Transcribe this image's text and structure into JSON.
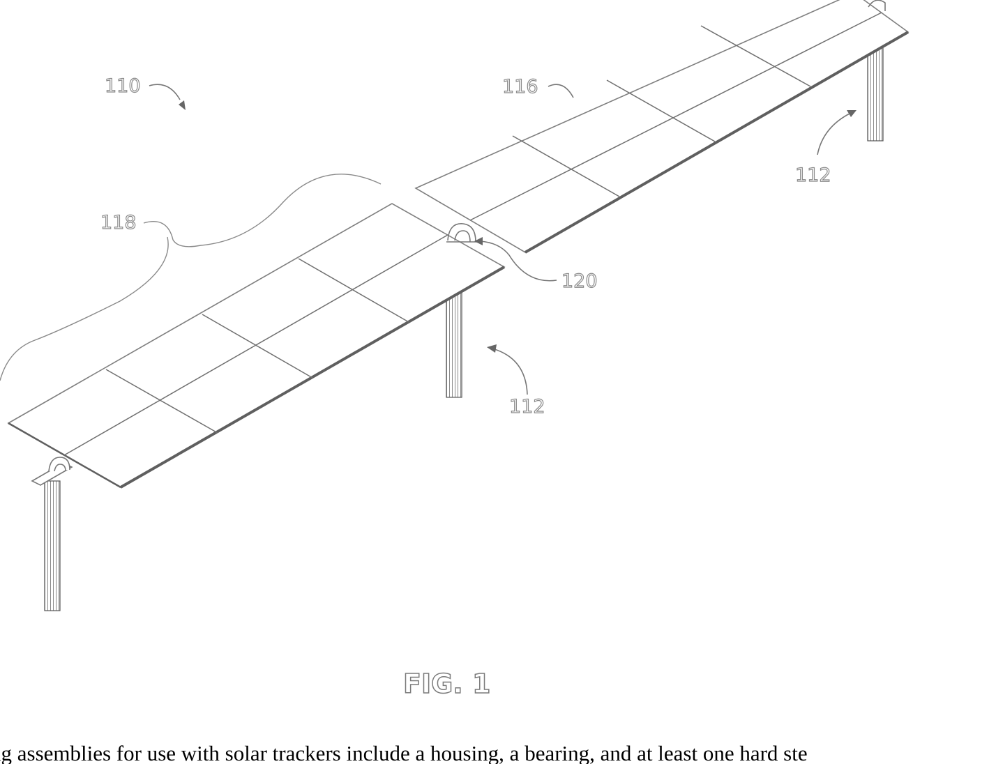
{
  "figure": {
    "label": "FIG. 1",
    "reference_numerals": {
      "assembly": "110",
      "row_segment": "116",
      "bracket_segment": "118",
      "bearing_assembly": "120",
      "post_right": "112",
      "post_center": "112"
    }
  },
  "caption": {
    "text": "ng assemblies for use with solar trackers include a housing, a bearing, and at least one hard ste"
  }
}
